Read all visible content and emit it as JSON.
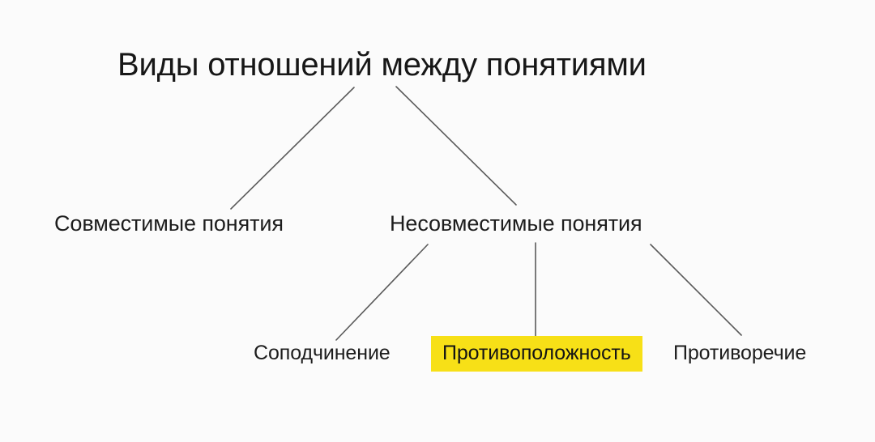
{
  "diagram": {
    "title": "Виды отношений между понятиями",
    "background_color": "#fbfbfb",
    "line_color": "#5a5a5a",
    "highlight_color": "#f7e017",
    "text_color": "#1a1a1a",
    "nodes": {
      "root": {
        "label": "Виды отношений между понятиями",
        "level": 1,
        "highlighted": false
      },
      "compatible": {
        "label": "Совместимые понятия",
        "level": 2,
        "highlighted": false
      },
      "incompatible": {
        "label": "Несовместимые понятия",
        "level": 2,
        "highlighted": false
      },
      "subordination": {
        "label": "Соподчинение",
        "level": 3,
        "highlighted": false
      },
      "opposition": {
        "label": "Противоположность",
        "level": 3,
        "highlighted": true
      },
      "contradiction": {
        "label": "Противоречие",
        "level": 3,
        "highlighted": false
      }
    },
    "edges": [
      {
        "from": "root",
        "to": "compatible"
      },
      {
        "from": "root",
        "to": "incompatible"
      },
      {
        "from": "incompatible",
        "to": "subordination"
      },
      {
        "from": "incompatible",
        "to": "opposition"
      },
      {
        "from": "incompatible",
        "to": "contradiction"
      }
    ]
  }
}
